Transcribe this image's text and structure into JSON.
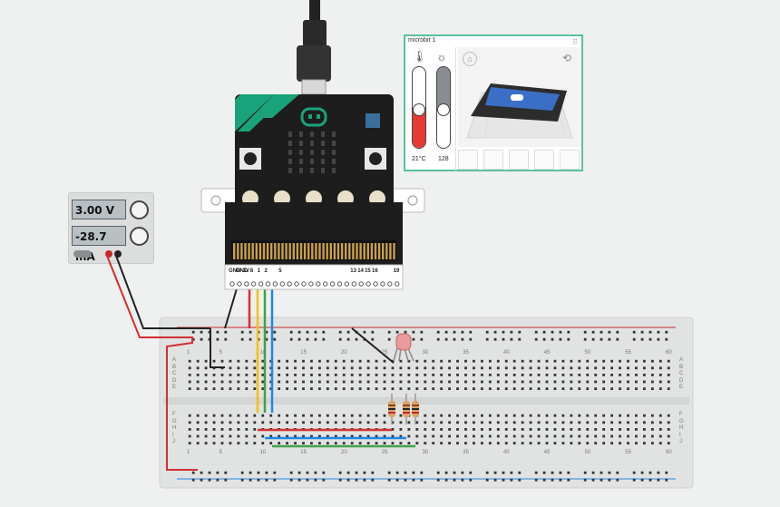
{
  "power_supply": {
    "voltage": "3.00 V",
    "current": "-28.7 mA"
  },
  "sim_panel": {
    "title": "microbit 1",
    "temperature_label": "21°C",
    "light_label": "128",
    "icons": [
      "thermometer-icon",
      "sun-icon",
      "home-icon",
      "rotate-icon",
      "shake-icon",
      "tilt-left-icon",
      "tilt-right-icon",
      "tilt-forward-icon",
      "tilt-back-icon"
    ]
  },
  "breadboard": {
    "top_numbers": [
      "1",
      "5",
      "10",
      "15",
      "20",
      "25",
      "30",
      "35",
      "40",
      "45",
      "50",
      "55",
      "60"
    ],
    "bottom_numbers": [
      "1",
      "5",
      "10",
      "15",
      "20",
      "25",
      "30",
      "35",
      "40",
      "45",
      "50",
      "55",
      "60"
    ],
    "row_letters_left_top": [
      "A",
      "B",
      "C",
      "D",
      "E"
    ],
    "row_letters_left_bottom": [
      "F",
      "G",
      "H",
      "I",
      "J"
    ],
    "row_letters_right_top": [
      "A",
      "B",
      "C",
      "D",
      "E"
    ],
    "row_letters_right_bottom": [
      "F",
      "G",
      "H",
      "I",
      "J"
    ]
  },
  "microbit": {
    "pin_labels": [
      "GND",
      "GND",
      "3V",
      "8",
      "1",
      "2",
      "",
      "5",
      "",
      "",
      "",
      "",
      "",
      "",
      "",
      "",
      "",
      "13",
      "14",
      "15",
      "16",
      "",
      "",
      "19"
    ]
  },
  "colors": {
    "red_wire": "#d32f2f",
    "yellow_wire": "#f2c20a",
    "blue_wire": "#1e88e5",
    "green_wire": "#43a047",
    "black_wire": "#222222",
    "teal": "#1aa37a",
    "panel_border": "#58c39a"
  }
}
